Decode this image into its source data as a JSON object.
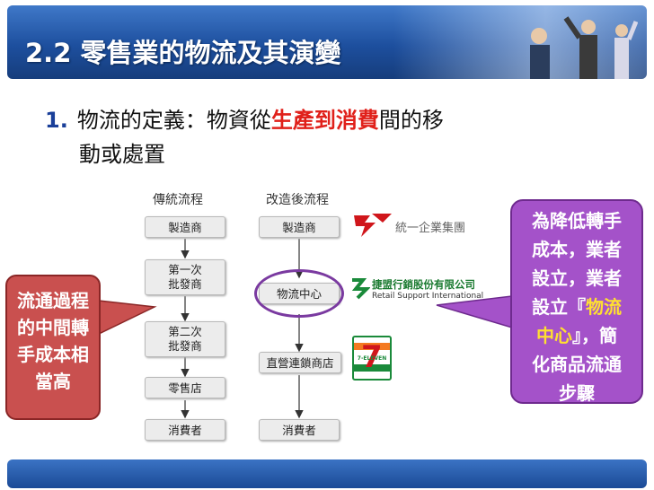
{
  "header": {
    "title": "2.2 零售業的物流及其演變"
  },
  "point": {
    "number": "1.",
    "prefix": "物流的定義：物資從",
    "highlight": "生產到消費",
    "suffix": "間的移",
    "line2": "動或處置"
  },
  "diagram": {
    "left_title": "傳統流程",
    "right_title": "改造後流程",
    "left_steps": [
      "製造商",
      "第一次\n批發商",
      "第二次\n批發商",
      "零售店",
      "消費者"
    ],
    "right_steps": [
      "製造商",
      "物流中心",
      "直營連鎖商店",
      "消費者"
    ],
    "logos": {
      "company1": "統一企業集團",
      "company2_cn": "捷盟行銷股份有限公司",
      "company2_en": "Retail Support International",
      "company3": "7-ELEVEN"
    }
  },
  "callout_left": {
    "lines": [
      "流通過程",
      "的中間轉",
      "手成本相",
      "當高"
    ]
  },
  "callout_right": {
    "line1": "為降低轉手",
    "line2": "成本，業者",
    "line3": "設立，業者",
    "line4a": "設立『",
    "line4b": "物流",
    "line5a": "中心",
    "line5b": "』，簡",
    "line6": "化商品流通",
    "line7": "步驟"
  },
  "colors": {
    "header": "#1d4f9e",
    "accent_red": "#e0201a",
    "callout_left": "#c9504f",
    "callout_right": "#a452c9",
    "highlight": "#ffe030"
  }
}
